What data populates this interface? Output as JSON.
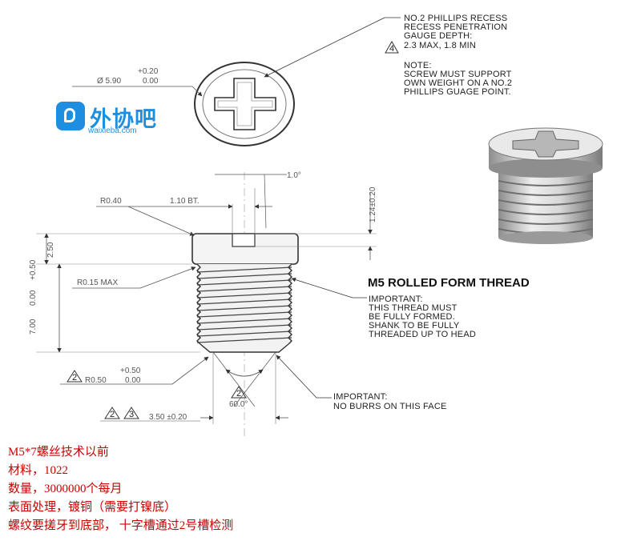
{
  "logo": {
    "title": "外协吧",
    "url": "waixieba.com"
  },
  "top_view": {
    "diameter": "Ø 5.90",
    "tol_upper": "+0.20",
    "tol_lower": "0.00",
    "recess_note": [
      "NO.2 PHILLIPS RECESS",
      "RECESS PENETRATION",
      "GAUGE DEPTH:",
      "2.3 MAX, 1.8 MIN"
    ],
    "recess_flag": "4",
    "support_note": [
      "NOTE:",
      "SCREW MUST SUPPORT",
      "OWN WEIGHT ON A NO.2",
      "PHILLIPS GUAGE POINT."
    ]
  },
  "side_view": {
    "angle_top": "1.0°",
    "r_head": "R0.40",
    "slot_width": "1.10 BT.",
    "slot_depth": "1.24±0.20",
    "head_height": "2.50",
    "r_shank": "R0.15 MAX",
    "length_tol_upper": "+0.50",
    "length_tol_lower": "0.00",
    "length": "7.00",
    "thread_title": "M5 ROLLED FORM THREAD",
    "thread_note": [
      "IMPORTANT:",
      "THIS THREAD MUST",
      "BE FULLY FORMED.",
      "SHANK TO BE FULLY",
      "THREADED UP TO HEAD"
    ],
    "tip_radius": "R0.50",
    "tip_tol_upper": "+0.50",
    "tip_tol_lower": "0.00",
    "tip_flag": "2",
    "angle_flag": "2",
    "tip_angle": "60.0°",
    "tip_diameter": "3.50 ±0.20",
    "diam_flag_a": "2",
    "diam_flag_b": "3",
    "burr_note": [
      "IMPORTANT:",
      "NO BURRS ON THIS FACE"
    ]
  },
  "requirements": [
    "M5*7螺丝技术以前",
    "材料，1022",
    "数量，3000000个每月",
    "表面处理，镀铜（需要打镍底）",
    "螺纹要搓牙到底部，  十字槽通过2号槽检测"
  ]
}
